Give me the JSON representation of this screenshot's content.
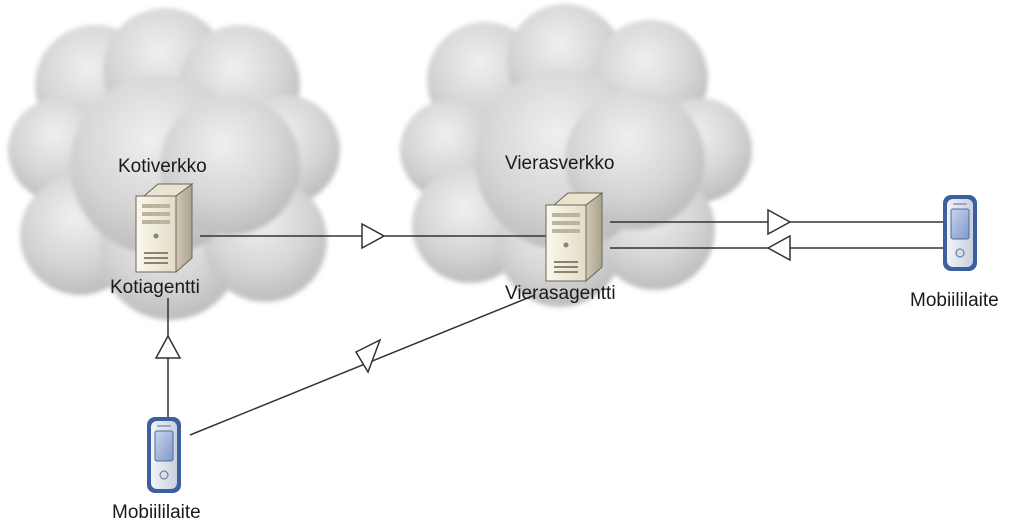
{
  "home_network": {
    "label": "Kotiverkko",
    "agent_label": "Kotiagentti"
  },
  "foreign_network": {
    "label": "Vierasverkko",
    "agent_label": "Vierasagentti"
  },
  "mobile_device_right": {
    "label": "Mobiililaite"
  },
  "mobile_device_bottom": {
    "label": "Mobiililaite"
  },
  "colors": {
    "cloud": "#d5d5d5",
    "line": "#333333",
    "server_body": "#efeadb",
    "device_frame": "#3d5f9e",
    "device_screen": "#9ab0d8"
  },
  "icons": {
    "server": "server-icon",
    "mobile": "mobile-device-icon",
    "cloud": "cloud-icon"
  }
}
